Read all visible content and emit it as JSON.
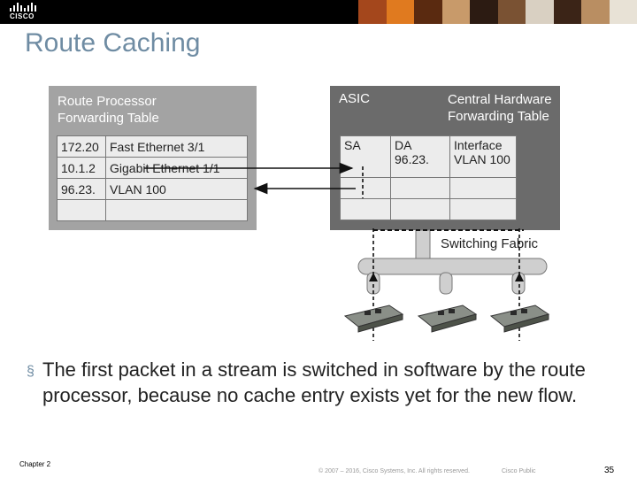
{
  "header": {
    "logo_text": "CISCO",
    "logo_icon": "cisco-bars-icon",
    "banner_photo_colors": [
      "#a4471c",
      "#e07a1f",
      "#5a2a10",
      "#c89a6a",
      "#2c1b12",
      "#7a5233",
      "#d9d0c2",
      "#3b2417",
      "#b98e62",
      "#e8e2d6"
    ]
  },
  "slide": {
    "title": "Route Caching",
    "bullet_icon": "bullet-square-icon",
    "bullet_text": "The first packet in a stream is switched in software by the route processor, because no cache entry exists yet for the new flow."
  },
  "diagram": {
    "route_processor": {
      "title": "Route Processor\nForwarding Table",
      "rows": [
        {
          "prefix": "172.20",
          "interface": "Fast Ethernet 3/1"
        },
        {
          "prefix": "10.1.2",
          "interface": "Gigabit Ethernet 1/1"
        },
        {
          "prefix": "96.23.",
          "interface": "VLAN 100"
        },
        {
          "prefix": "",
          "interface": ""
        }
      ]
    },
    "asic": {
      "label": "ASIC",
      "table_title": "Central Hardware\nForwarding Table",
      "headers": [
        "SA",
        "DA\n96.23.",
        "Interface\nVLAN 100"
      ],
      "rows": [
        [
          "",
          "",
          ""
        ],
        [
          "",
          "",
          ""
        ]
      ]
    },
    "switching_fabric_label": "Switching Fabric",
    "line_card_icon": "line-card-icon",
    "colors": {
      "rp_box": "#a3a3a3",
      "asic_box": "#6b6b6b",
      "fabric_pipe": "#cfcfcf"
    }
  },
  "footer": {
    "chapter": "Chapter 2",
    "copyright": "© 2007 – 2016, Cisco Systems, Inc. All rights reserved.",
    "classification": "Cisco Public",
    "page_number": "35"
  }
}
